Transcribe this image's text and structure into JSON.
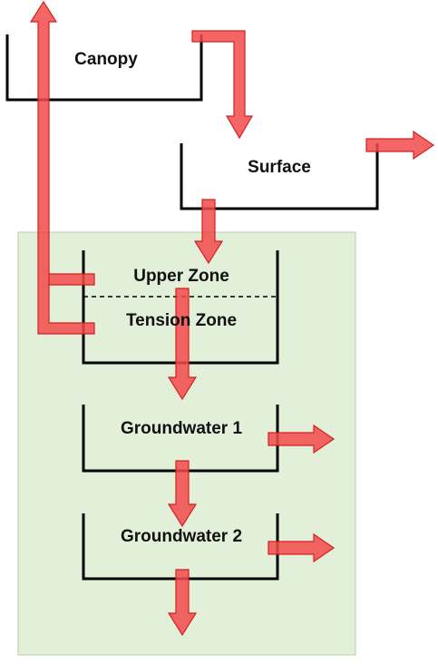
{
  "labels": {
    "canopy": "Canopy",
    "surface": "Surface",
    "upper_zone": "Upper Zone",
    "tension_zone": "Tension Zone",
    "groundwater_1": "Groundwater 1",
    "groundwater_2": "Groundwater 2"
  },
  "colors": {
    "arrow_fill": "#f24a4a",
    "arrow_stroke": "#d52020",
    "soil_zone_fill": "#e2efd9",
    "soil_zone_border": "#b7cfa8",
    "container_line": "#000000"
  }
}
